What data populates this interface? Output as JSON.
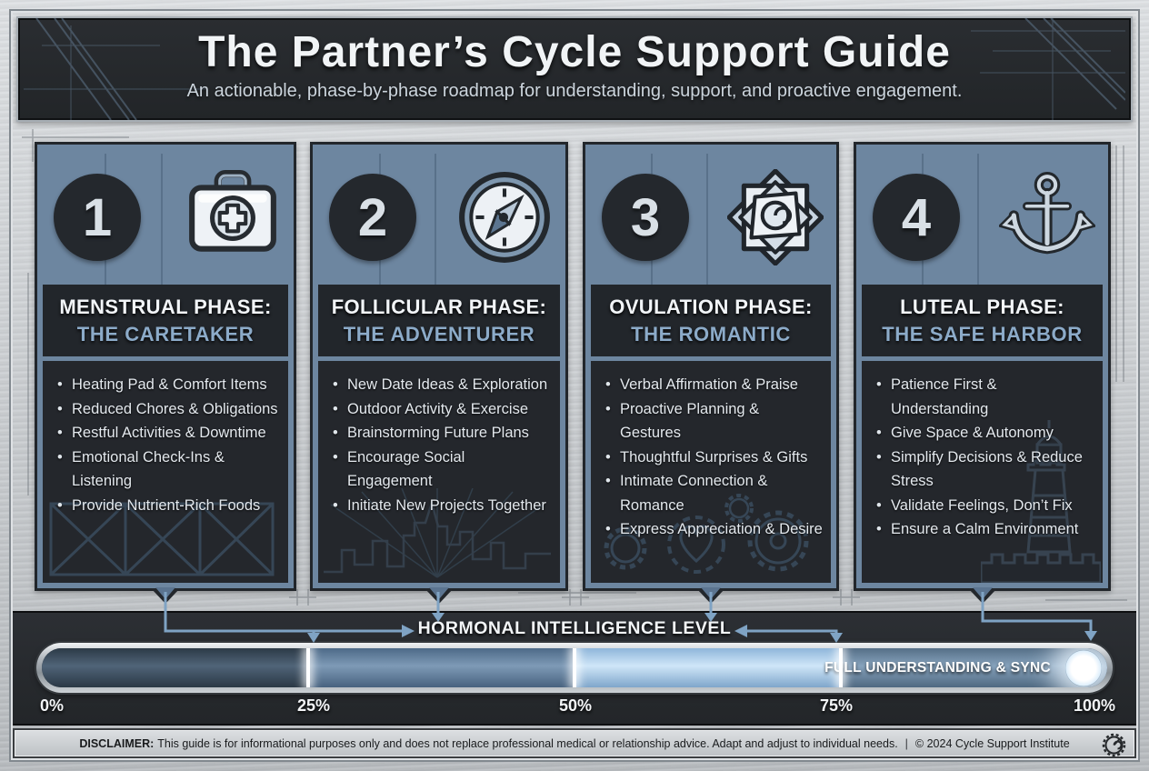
{
  "header": {
    "title": "The Partner’s Cycle Support Guide",
    "subtitle": "An actionable, phase-by-phase roadmap for understanding, support, and proactive engagement."
  },
  "phases": [
    {
      "number": "1",
      "icon": "first-aid-kit-icon",
      "title_line1": "MENSTRUAL PHASE:",
      "title_line2": "THE CARETAKER",
      "bullets": [
        "Heating Pad & Comfort Items",
        "Reduced Chores & Obligations",
        "Restful Activities & Downtime",
        "Emotional Check-Ins & Listening",
        "Provide Nutrient-Rich Foods"
      ]
    },
    {
      "number": "2",
      "icon": "compass-icon",
      "title_line1": "FOLLICULAR PHASE:",
      "title_line2": "THE ADVENTURER",
      "bullets": [
        "New Date Ideas & Exploration",
        "Outdoor Activity & Exercise",
        "Brainstorming Future Plans",
        "Encourage Social Engagement",
        "Initiate New Projects Together"
      ]
    },
    {
      "number": "3",
      "icon": "rose-icon",
      "title_line1": "OVULATION PHASE:",
      "title_line2": "THE ROMANTIC",
      "bullets": [
        "Verbal Affirmation & Praise",
        "Proactive Planning & Gestures",
        "Thoughtful Surprises & Gifts",
        "Intimate Connection & Romance",
        "Express Appreciation & Desire"
      ]
    },
    {
      "number": "4",
      "icon": "anchor-icon",
      "title_line1": "LUTEAL PHASE:",
      "title_line2": "THE SAFE HARBOR",
      "bullets": [
        "Patience First & Understanding",
        "Give Space & Autonomy",
        "Simplify Decisions & Reduce Stress",
        "Validate Feelings, Don’t Fix",
        "Ensure a Calm Environment"
      ]
    }
  ],
  "meter": {
    "title": "HORMONAL INTELLIGENCE LEVEL",
    "final_segment_label": "FULL UNDERSTANDING & SYNC",
    "ticks": [
      "0%",
      "25%",
      "50%",
      "75%",
      "100%"
    ],
    "segment_colors": [
      "#3c4e60",
      "#5d7893",
      "#a9cbe8",
      "#64809e"
    ],
    "accent_color": "#7fa3c4"
  },
  "footer": {
    "disclaimer_label": "DISCLAIMER:",
    "disclaimer_text": "This guide is for informational purposes only and does not replace professional medical or relationship advice. Adapt and adjust to individual needs.",
    "separator": "|",
    "copyright": "© 2024 Cycle Support Institute",
    "badge_icon": "gear-badge-icon"
  }
}
